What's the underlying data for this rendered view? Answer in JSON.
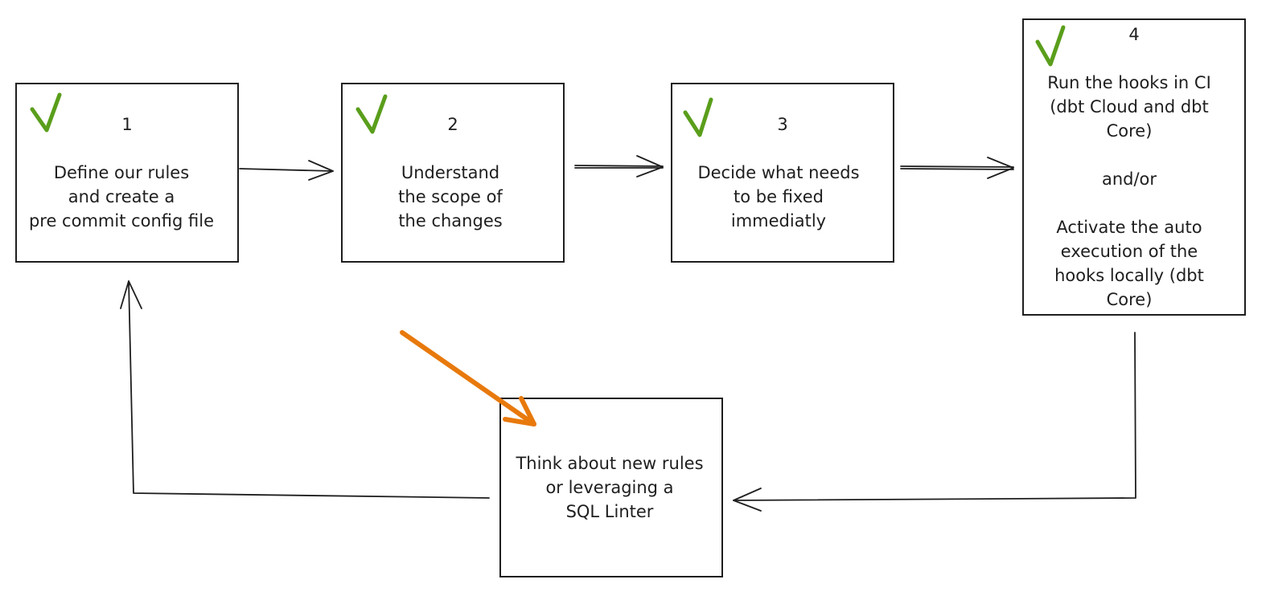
{
  "colors": {
    "stroke": "#1e1e1e",
    "check": "#5a9e1b",
    "highlight_arrow": "#e8790c"
  },
  "icons": {
    "check": "check-icon",
    "highlight": "arrow-icon"
  },
  "steps": [
    {
      "number": "1",
      "done": true,
      "lines": [
        "Define our rules",
        "and create a",
        "pre commit config file"
      ]
    },
    {
      "number": "2",
      "done": true,
      "lines": [
        "Understand",
        "the scope of",
        "the changes"
      ]
    },
    {
      "number": "3",
      "done": true,
      "lines": [
        "Decide what needs",
        "to be fixed",
        "immediatly"
      ]
    },
    {
      "number": "4",
      "done": true,
      "lines": [
        "Run the hooks in CI",
        "(dbt Cloud and dbt",
        "Core)",
        "",
        "and/or",
        "",
        "Activate the auto",
        "execution of the",
        "hooks locally (dbt",
        "Core)"
      ]
    }
  ],
  "feedback": {
    "lines": [
      "Think about new rules",
      "or leveraging a",
      "SQL Linter"
    ]
  }
}
